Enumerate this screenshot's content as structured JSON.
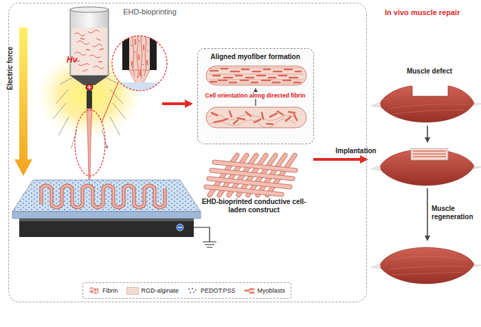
{
  "diagram": {
    "nodes": [
      {
        "text": [
          "EHD-bioprinting"
        ]
      },
      {
        "text": [
          "Aligned myofiber formation",
          "Cell orientation along directed fibrin"
        ],
        "in": 0
      },
      {
        "text": [
          "EHD-bioprinted conductive cell-laden construct"
        ],
        "in": 0
      },
      {
        "text": [
          "Muscle defect"
        ]
      }
    ],
    "labels": [
      "In vivo muscle repair",
      "Electric force",
      "Hv",
      "Implantation",
      "Muscle regeneration"
    ],
    "legend": [
      {
        "text": "Fibrin"
      },
      {
        "text": "RGD-alginate",
        "color": "#f3ddd2"
      },
      {
        "text": "PEDOT:PSS"
      },
      {
        "text": "Myoblasts"
      }
    ]
  }
}
